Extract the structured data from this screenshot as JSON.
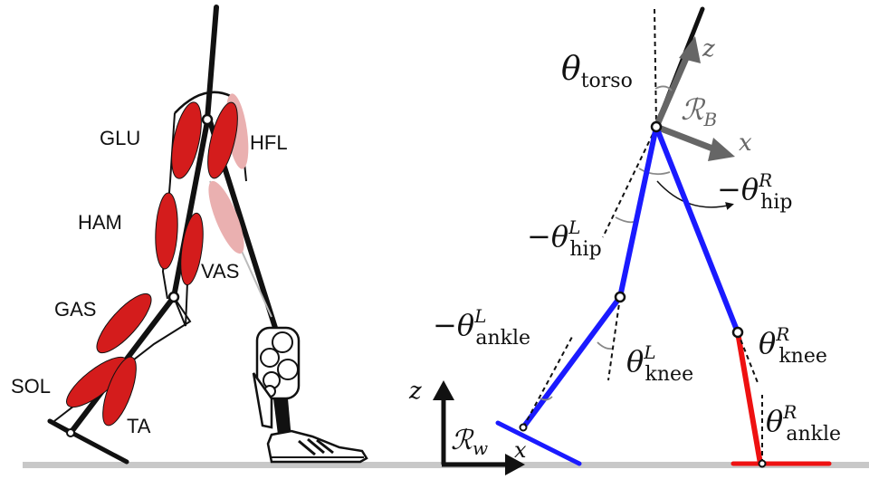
{
  "left_figure": {
    "muscle_labels": {
      "glu": "GLU",
      "hfl": "HFL",
      "ham": "HAM",
      "vas": "VAS",
      "gas": "GAS",
      "sol": "SOL",
      "ta": "TA"
    }
  },
  "right_figure": {
    "theta_torso": {
      "base": "θ",
      "sub": "torso"
    },
    "body_frame": {
      "base": "ℛ",
      "sub": "B",
      "axis_z": "z",
      "axis_x": "x"
    },
    "world_frame": {
      "base": "ℛ",
      "sub": "w",
      "axis_z": "z",
      "axis_x": "x"
    },
    "theta_hip_right": {
      "prefix": "−θ",
      "sup": "R",
      "sub": "hip"
    },
    "theta_hip_left": {
      "prefix": "−θ",
      "sup": "L",
      "sub": "hip"
    },
    "theta_ankle_left": {
      "prefix": "−θ",
      "sup": "L",
      "sub": "ankle"
    },
    "theta_knee_left": {
      "prefix": "θ",
      "sup": "L",
      "sub": "knee"
    },
    "theta_knee_right": {
      "prefix": "θ",
      "sup": "R",
      "sub": "knee"
    },
    "theta_ankle_right": {
      "prefix": "θ",
      "sup": "R",
      "sub": "ankle"
    }
  },
  "colors": {
    "left_leg": "#1a1aff",
    "right_leg": "#ee1111",
    "muscle": "#d41c1c",
    "muscle_faded": "#eab0b0",
    "frame_arrow": "#666666",
    "ground": "#c8c8c8"
  }
}
